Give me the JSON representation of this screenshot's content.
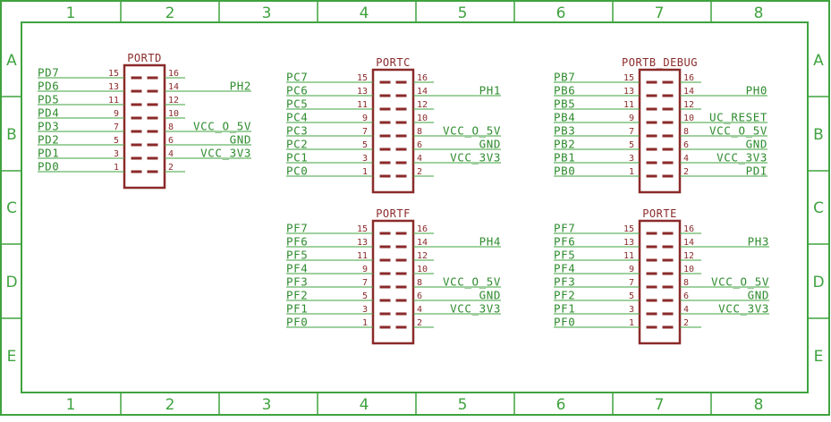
{
  "frame": {
    "columns": [
      "1",
      "2",
      "3",
      "4",
      "5",
      "6",
      "7",
      "8"
    ],
    "rows": [
      "A",
      "B",
      "C",
      "D",
      "E"
    ]
  },
  "connectors": [
    {
      "id": "portd",
      "title": "PORTD",
      "left": [
        {
          "signal": "PD7",
          "pin": "15"
        },
        {
          "signal": "PD6",
          "pin": "13"
        },
        {
          "signal": "PD5",
          "pin": "11"
        },
        {
          "signal": "PD4",
          "pin": "9"
        },
        {
          "signal": "PD3",
          "pin": "7"
        },
        {
          "signal": "PD2",
          "pin": "5"
        },
        {
          "signal": "PD1",
          "pin": "3"
        },
        {
          "signal": "PD0",
          "pin": "1"
        }
      ],
      "right": [
        {
          "pin": "16",
          "signal": ""
        },
        {
          "pin": "14",
          "signal": "PH2"
        },
        {
          "pin": "12",
          "signal": ""
        },
        {
          "pin": "10",
          "signal": ""
        },
        {
          "pin": "8",
          "signal": "VCC_O_5V"
        },
        {
          "pin": "6",
          "signal": "GND"
        },
        {
          "pin": "4",
          "signal": "VCC_3V3"
        },
        {
          "pin": "2",
          "signal": ""
        }
      ]
    },
    {
      "id": "portc",
      "title": "PORTC",
      "left": [
        {
          "signal": "PC7",
          "pin": "15"
        },
        {
          "signal": "PC6",
          "pin": "13"
        },
        {
          "signal": "PC5",
          "pin": "11"
        },
        {
          "signal": "PC4",
          "pin": "9"
        },
        {
          "signal": "PC3",
          "pin": "7"
        },
        {
          "signal": "PC2",
          "pin": "5"
        },
        {
          "signal": "PC1",
          "pin": "3"
        },
        {
          "signal": "PC0",
          "pin": "1"
        }
      ],
      "right": [
        {
          "pin": "16",
          "signal": ""
        },
        {
          "pin": "14",
          "signal": "PH1"
        },
        {
          "pin": "12",
          "signal": ""
        },
        {
          "pin": "10",
          "signal": ""
        },
        {
          "pin": "8",
          "signal": "VCC_O_5V"
        },
        {
          "pin": "6",
          "signal": "GND"
        },
        {
          "pin": "4",
          "signal": "VCC_3V3"
        },
        {
          "pin": "2",
          "signal": ""
        }
      ]
    },
    {
      "id": "portb",
      "title": "PORTB_DEBUG",
      "left": [
        {
          "signal": "PB7",
          "pin": "15"
        },
        {
          "signal": "PB6",
          "pin": "13"
        },
        {
          "signal": "PB5",
          "pin": "11"
        },
        {
          "signal": "PB4",
          "pin": "9"
        },
        {
          "signal": "PB3",
          "pin": "7"
        },
        {
          "signal": "PB2",
          "pin": "5"
        },
        {
          "signal": "PB1",
          "pin": "3"
        },
        {
          "signal": "PB0",
          "pin": "1"
        }
      ],
      "right": [
        {
          "pin": "16",
          "signal": ""
        },
        {
          "pin": "14",
          "signal": "PH0"
        },
        {
          "pin": "12",
          "signal": ""
        },
        {
          "pin": "10",
          "signal": "UC_RESET"
        },
        {
          "pin": "8",
          "signal": "VCC_O_5V"
        },
        {
          "pin": "6",
          "signal": "GND"
        },
        {
          "pin": "4",
          "signal": "VCC_3V3"
        },
        {
          "pin": "2",
          "signal": "PDI"
        }
      ]
    },
    {
      "id": "portf",
      "title": "PORTF",
      "left": [
        {
          "signal": "PF7",
          "pin": "15"
        },
        {
          "signal": "PF6",
          "pin": "13"
        },
        {
          "signal": "PF5",
          "pin": "11"
        },
        {
          "signal": "PF4",
          "pin": "9"
        },
        {
          "signal": "PF3",
          "pin": "7"
        },
        {
          "signal": "PF2",
          "pin": "5"
        },
        {
          "signal": "PF1",
          "pin": "3"
        },
        {
          "signal": "PF0",
          "pin": "1"
        }
      ],
      "right": [
        {
          "pin": "16",
          "signal": ""
        },
        {
          "pin": "14",
          "signal": "PH4"
        },
        {
          "pin": "12",
          "signal": ""
        },
        {
          "pin": "10",
          "signal": ""
        },
        {
          "pin": "8",
          "signal": "VCC_O_5V"
        },
        {
          "pin": "6",
          "signal": "GND"
        },
        {
          "pin": "4",
          "signal": "VCC_3V3"
        },
        {
          "pin": "2",
          "signal": ""
        }
      ]
    },
    {
      "id": "porte",
      "title": "PORTE",
      "left": [
        {
          "signal": "PF7",
          "pin": "15"
        },
        {
          "signal": "PF6",
          "pin": "13"
        },
        {
          "signal": "PF5",
          "pin": "11"
        },
        {
          "signal": "PF4",
          "pin": "9"
        },
        {
          "signal": "PF3",
          "pin": "7"
        },
        {
          "signal": "PF2",
          "pin": "5"
        },
        {
          "signal": "PF1",
          "pin": "3"
        },
        {
          "signal": "PF0",
          "pin": "1"
        }
      ],
      "right": [
        {
          "pin": "16",
          "signal": ""
        },
        {
          "pin": "14",
          "signal": "PH3"
        },
        {
          "pin": "12",
          "signal": ""
        },
        {
          "pin": "10",
          "signal": ""
        },
        {
          "pin": "8",
          "signal": "VCC_O_5V"
        },
        {
          "pin": "6",
          "signal": "GND"
        },
        {
          "pin": "4",
          "signal": "VCC_3V3"
        },
        {
          "pin": "2",
          "signal": ""
        }
      ]
    }
  ]
}
